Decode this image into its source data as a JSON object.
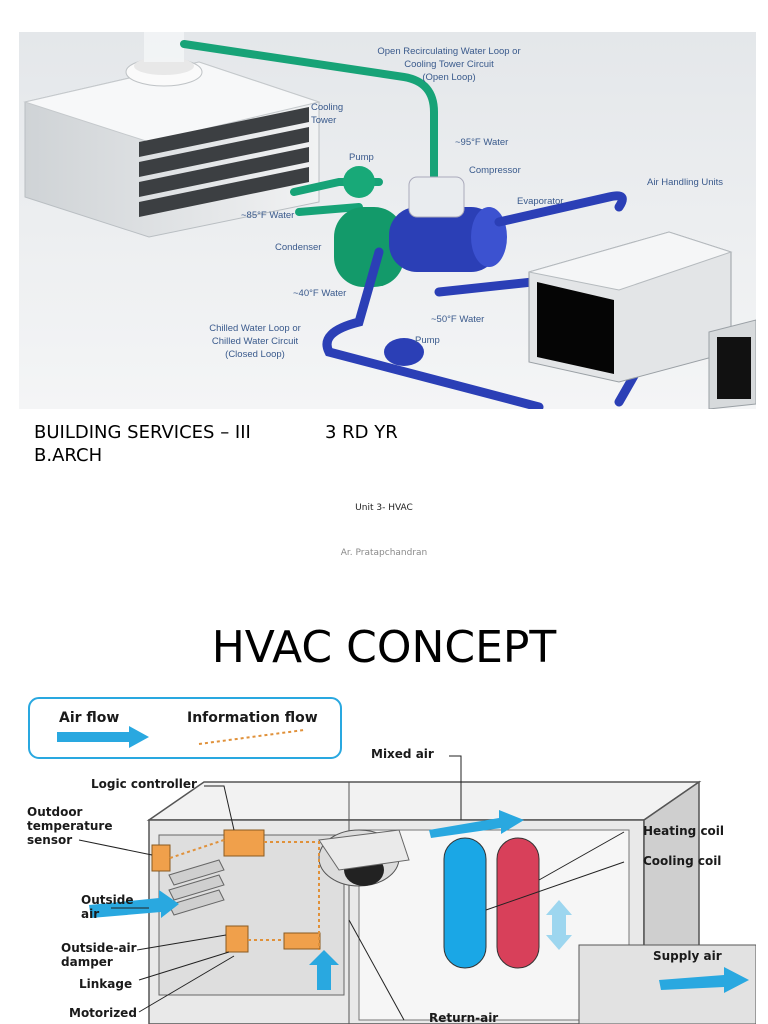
{
  "slide1": {
    "figure": {
      "labels": {
        "open_loop": [
          "Open Recirculating Water Loop or",
          "Cooling Tower Circuit",
          "(Open Loop)"
        ],
        "cooling_tower": [
          "Cooling",
          "Tower"
        ],
        "water_95": "~95°F Water",
        "compressor": "Compressor",
        "pump_top": "Pump",
        "water_85": "~85°F Water",
        "evaporator": "Evaporator",
        "air_handling": "Air Handling Units",
        "condenser": "Condenser",
        "water_40": "~40°F Water",
        "water_50": "~50°F Water",
        "chilled_loop": [
          "Chilled Water Loop or",
          "Chilled Water Circuit",
          "(Closed Loop)"
        ],
        "pump_bottom": "Pump"
      }
    },
    "course_title": "BUILDING SERVICES – III",
    "course_year": "3 RD YR",
    "course_program": "B.ARCH",
    "unit": "Unit 3- HVAC",
    "author": "Ar. Pratapchandran"
  },
  "slide2": {
    "title": "HVAC CONCEPT",
    "figure": {
      "legend_air": "Air flow",
      "legend_info": "Information flow",
      "labels": {
        "mixed_air": "Mixed air",
        "logic_controller": "Logic controller",
        "outdoor_sensor": [
          "Outdoor",
          "temperature",
          "sensor"
        ],
        "heating_coil": "Heating coil",
        "cooling_coil": "Cooling coil",
        "outside_air": [
          "Outside",
          "air"
        ],
        "outside_damper": [
          "Outside-air",
          "damper"
        ],
        "linkage": "Linkage",
        "motorized": "Motorized",
        "supply_air": "Supply air",
        "return_air": "Return-air"
      }
    },
    "colors": {
      "air_flow": "#29a8e0",
      "heating_coil": "#d8405a",
      "cooling_coil": "#1aa7e6",
      "controller": "#f0a04b"
    }
  }
}
